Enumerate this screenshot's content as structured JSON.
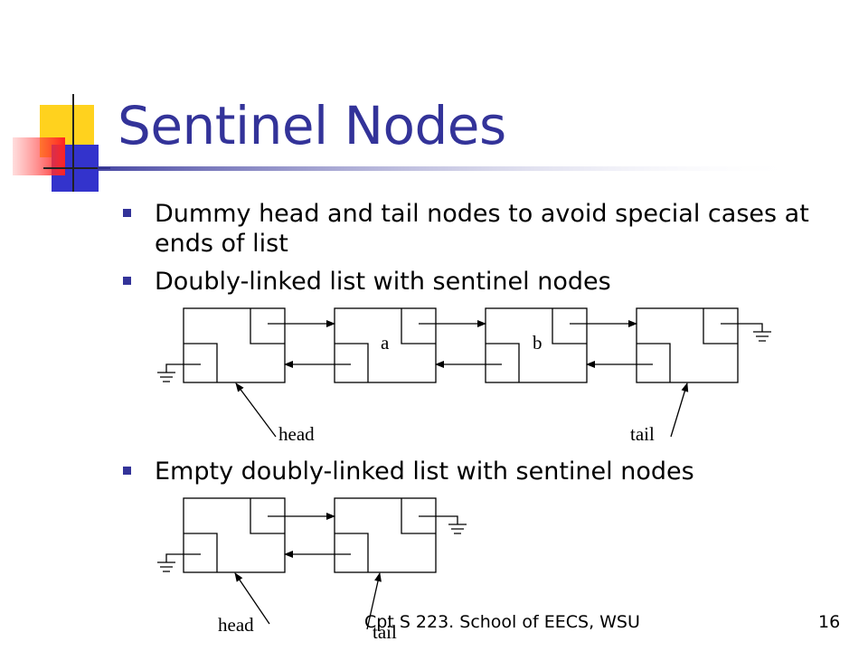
{
  "slide": {
    "title": "Sentinel Nodes",
    "bullets": [
      {
        "text": "Dummy head and tail nodes to avoid special cases at ends of list"
      },
      {
        "text": "Doubly-linked list with sentinel nodes"
      },
      {
        "text": "Empty doubly-linked list with sentinel nodes"
      }
    ],
    "footer": "Cpt S 223. School of EECS, WSU",
    "page_number": "16"
  },
  "diagram1": {
    "node_labels": [
      "a",
      "b"
    ],
    "head_label": "head",
    "tail_label": "tail"
  },
  "diagram2": {
    "head_label": "head",
    "tail_label": "tail"
  },
  "colors": {
    "title": "#333399",
    "bullet": "#333399",
    "accent_yellow": "#FFD21E",
    "accent_blue": "#3333CC",
    "accent_red": "#FF3333"
  }
}
